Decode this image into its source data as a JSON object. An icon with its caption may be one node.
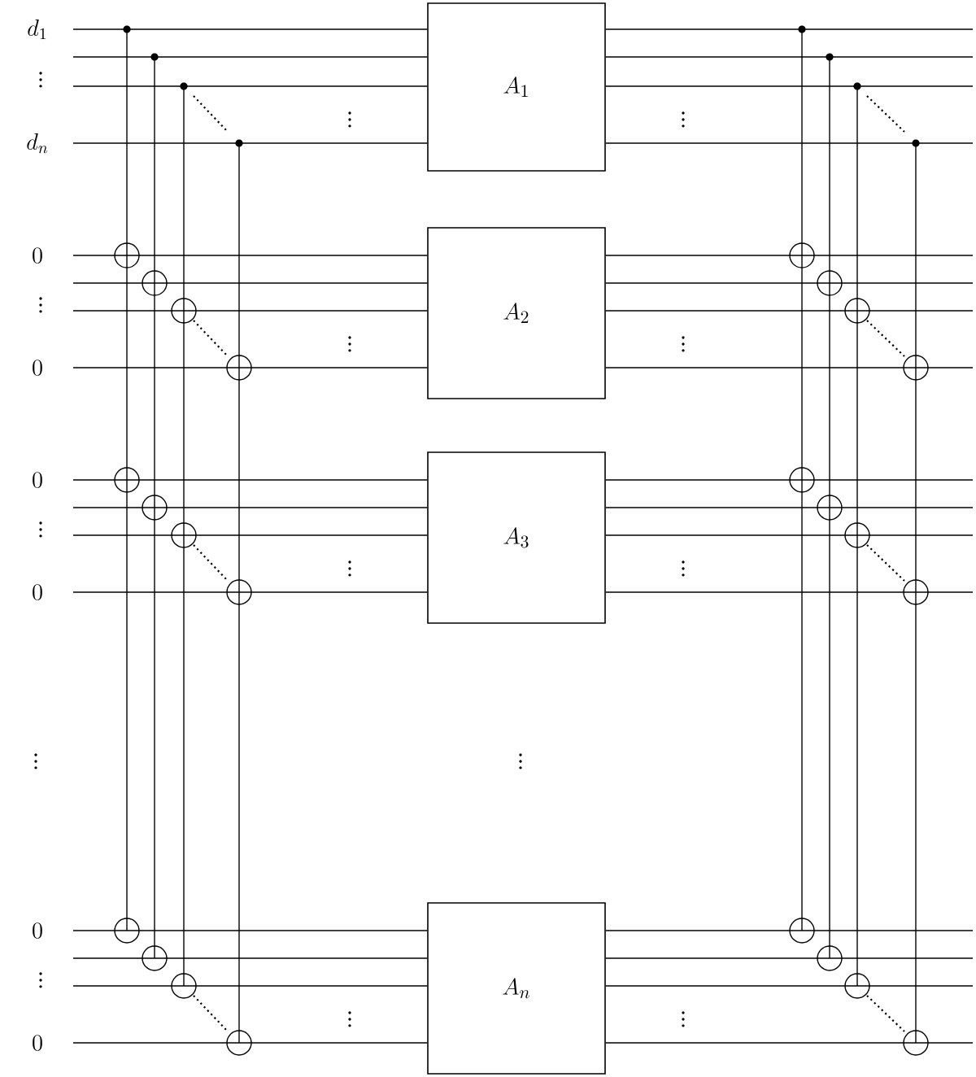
{
  "diagram": {
    "nodes": [
      {
        "text": [
          "A_1"
        ]
      },
      {
        "text": [
          "A_2"
        ]
      },
      {
        "text": [
          "A_3"
        ]
      },
      {
        "text": [
          "A_n"
        ]
      }
    ],
    "edges": [
      {
        "from": null,
        "to": 0,
        "arrow": "none"
      },
      {
        "from": null,
        "to": 0,
        "arrow": "none"
      },
      {
        "from": null,
        "to": 0,
        "arrow": "none"
      },
      {
        "from": null,
        "to": 0,
        "arrow": "none"
      },
      {
        "from": 0,
        "to": null,
        "arrow": "none"
      },
      {
        "from": 0,
        "to": null,
        "arrow": "none"
      },
      {
        "from": 0,
        "to": null,
        "arrow": "none"
      },
      {
        "from": 0,
        "to": null,
        "arrow": "none"
      },
      {
        "from": null,
        "to": 1,
        "arrow": "none"
      },
      {
        "from": null,
        "to": 1,
        "arrow": "none"
      },
      {
        "from": null,
        "to": 1,
        "arrow": "none"
      },
      {
        "from": null,
        "to": 1,
        "arrow": "none"
      },
      {
        "from": 1,
        "to": null,
        "arrow": "none"
      },
      {
        "from": 1,
        "to": null,
        "arrow": "none"
      },
      {
        "from": 1,
        "to": null,
        "arrow": "none"
      },
      {
        "from": 1,
        "to": null,
        "arrow": "none"
      },
      {
        "from": null,
        "to": 2,
        "arrow": "none"
      },
      {
        "from": null,
        "to": 2,
        "arrow": "none"
      },
      {
        "from": null,
        "to": 2,
        "arrow": "none"
      },
      {
        "from": null,
        "to": 2,
        "arrow": "none"
      },
      {
        "from": 2,
        "to": null,
        "arrow": "none"
      },
      {
        "from": 2,
        "to": null,
        "arrow": "none"
      },
      {
        "from": 2,
        "to": null,
        "arrow": "none"
      },
      {
        "from": 2,
        "to": null,
        "arrow": "none"
      },
      {
        "from": null,
        "to": 3,
        "arrow": "none"
      },
      {
        "from": null,
        "to": 3,
        "arrow": "none"
      },
      {
        "from": null,
        "to": 3,
        "arrow": "none"
      },
      {
        "from": null,
        "to": 3,
        "arrow": "none"
      },
      {
        "from": 3,
        "to": null,
        "arrow": "none"
      },
      {
        "from": 3,
        "to": null,
        "arrow": "none"
      },
      {
        "from": 3,
        "to": null,
        "arrow": "none"
      },
      {
        "from": 3,
        "to": null,
        "arrow": "none"
      }
    ],
    "labels": [
      "d_1",
      "\\vdots",
      "\\vdots",
      "\\vdots",
      "d_n",
      "0",
      "\\vdots",
      "\\vdots",
      "\\vdots",
      "0",
      "0",
      "\\vdots",
      "\\vdots",
      "\\vdots",
      "0",
      "\\vdots",
      "\\vdots",
      "0",
      "\\vdots",
      "\\vdots",
      "\\vdots",
      "0"
    ]
  }
}
